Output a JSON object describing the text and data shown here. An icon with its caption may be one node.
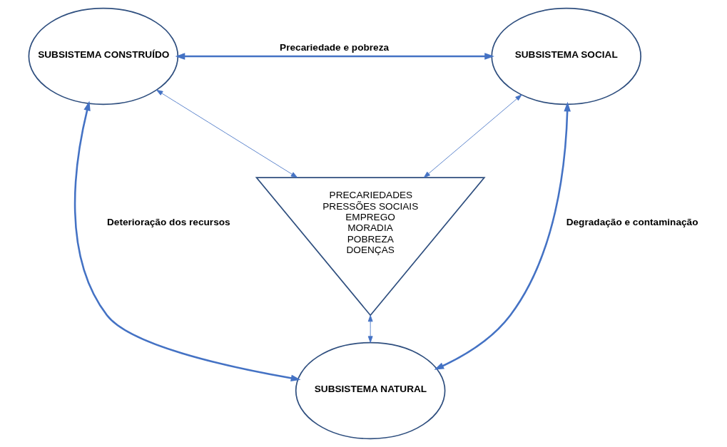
{
  "diagram": {
    "nodes": [
      {
        "text": [
          "SUBSISTEMA CONSTRUÍDO"
        ]
      },
      {
        "text": [
          "SUBSISTEMA SOCIAL"
        ]
      },
      {
        "text": [
          "PRECARIEDADES",
          "PRESSÕES SOCIAIS",
          "EMPREGO",
          "MORADIA",
          "POBREZA",
          "DOENÇAS"
        ]
      },
      {
        "text": [
          "SUBSISTEMA NATURAL"
        ]
      }
    ],
    "edges": [
      {
        "from": 0,
        "to": 1,
        "arrow": "both",
        "label": "Precariedade e pobreza",
        "style": "thick"
      },
      {
        "from": 0,
        "to": 2,
        "arrow": "both"
      },
      {
        "from": 1,
        "to": 2,
        "arrow": "both"
      },
      {
        "from": 0,
        "to": 3,
        "arrow": "both",
        "label": "Deterioração dos recursos",
        "style": "thick"
      },
      {
        "from": 1,
        "to": 3,
        "arrow": "both",
        "label": "Degradação e contaminação",
        "style": "thick"
      },
      {
        "from": 2,
        "to": 3,
        "arrow": "both"
      }
    ]
  }
}
